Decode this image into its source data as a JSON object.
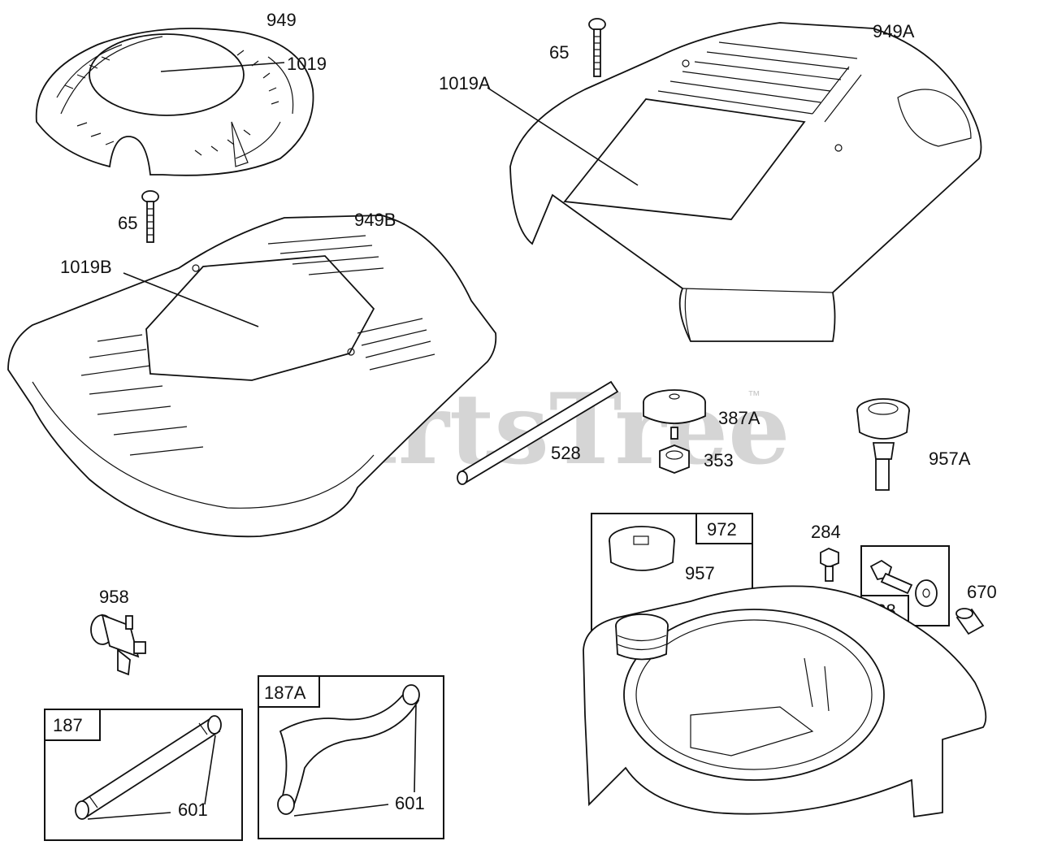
{
  "watermark": {
    "text": "PartsTree",
    "trademark": "™"
  },
  "labels": {
    "p949": "949",
    "p1019": "1019",
    "p65a": "65",
    "p949a": "949A",
    "p1019a": "1019A",
    "p65b": "65",
    "p949b": "949B",
    "p1019b": "1019B",
    "p528": "528",
    "p387a": "387A",
    "p353": "353",
    "p957a": "957A",
    "p972": "972",
    "p957": "957",
    "p284": "284",
    "p188": "188",
    "p670": "670",
    "p958": "958",
    "p187": "187",
    "p187a": "187A",
    "p601a": "601",
    "p601b": "601"
  }
}
